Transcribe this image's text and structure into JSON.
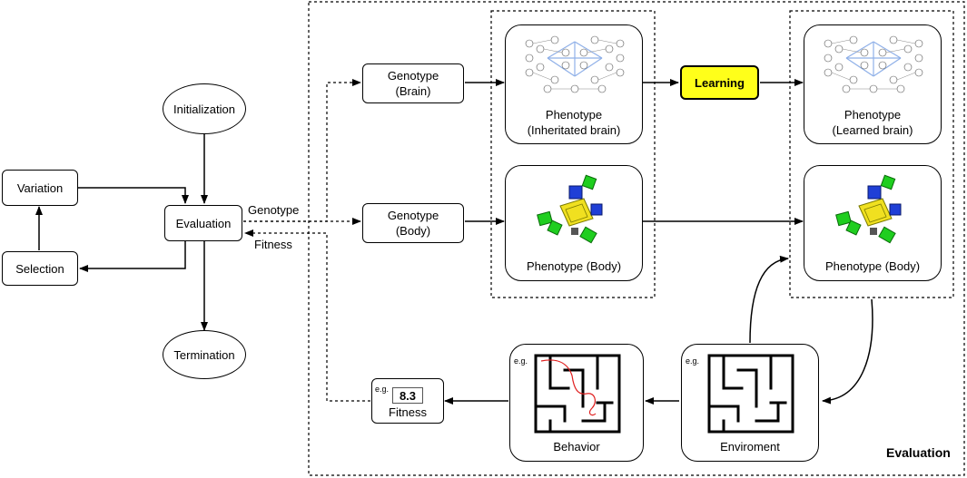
{
  "nodes": {
    "initialization": "Initialization",
    "variation": "Variation",
    "evaluation": "Evaluation",
    "selection": "Selection",
    "termination": "Termination",
    "genotype_brain": [
      "Genotype",
      "(Brain)"
    ],
    "genotype_body": [
      "Genotype",
      "(Body)"
    ],
    "phenotype_inherited": [
      "Phenotype",
      "(Inheritated brain)"
    ],
    "learning": "Learning",
    "phenotype_learned": [
      "Phenotype",
      "(Learned brain)"
    ],
    "phenotype_body_1": "Phenotype (Body)",
    "phenotype_body_2": "Phenotype (Body)",
    "behavior": "Behavior",
    "environment": "Enviroment",
    "fitness": "Fitness",
    "fitness_value": "8.3"
  },
  "edge_labels": {
    "genotype": "Genotype",
    "fitness": "Fitness"
  },
  "eg_label": "e.g.",
  "region_title": "Evaluation",
  "colors": {
    "learning_fill": "#ffff1a",
    "robot_green": "#1fce1f",
    "robot_blue": "#1f3fd6",
    "robot_yellow": "#f0e020",
    "path_red": "#e02020",
    "network_blue": "#8fb0e8"
  }
}
